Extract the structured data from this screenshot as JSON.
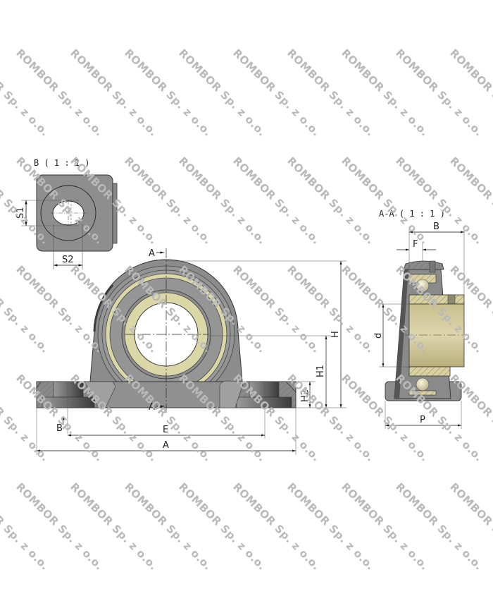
{
  "watermark": {
    "text": "ROMBOR Sp. z o.o.",
    "color": "#b9b9b9",
    "rows_y": [
      66,
      219,
      373,
      527,
      681
    ],
    "cols_x": [
      -45,
      32,
      109,
      186,
      263,
      340,
      417,
      494,
      571,
      648
    ]
  },
  "colors": {
    "housing": "#8c8c8c",
    "housing_dark": "#5e5e5e",
    "bearing_ring": "#dcd7a6",
    "insert": "#d5cc9e",
    "outline": "#333333",
    "dim_line": "#555555"
  },
  "detail_view": {
    "title": "B ( 1 : 1 )",
    "dim_s1": "S1",
    "dim_s2": "S2"
  },
  "front_view": {
    "section_marker_top": "A",
    "section_marker_bottom": "A",
    "detail_marker": "B",
    "dim_a": "A",
    "dim_e": "E",
    "dim_h": "H",
    "dim_h1": "H1",
    "dim_h2": "H2"
  },
  "section_view": {
    "title": "A-A ( 1 : 1 )",
    "dim_b": "B",
    "dim_f": "F",
    "dim_d": "d",
    "dim_p": "P"
  }
}
